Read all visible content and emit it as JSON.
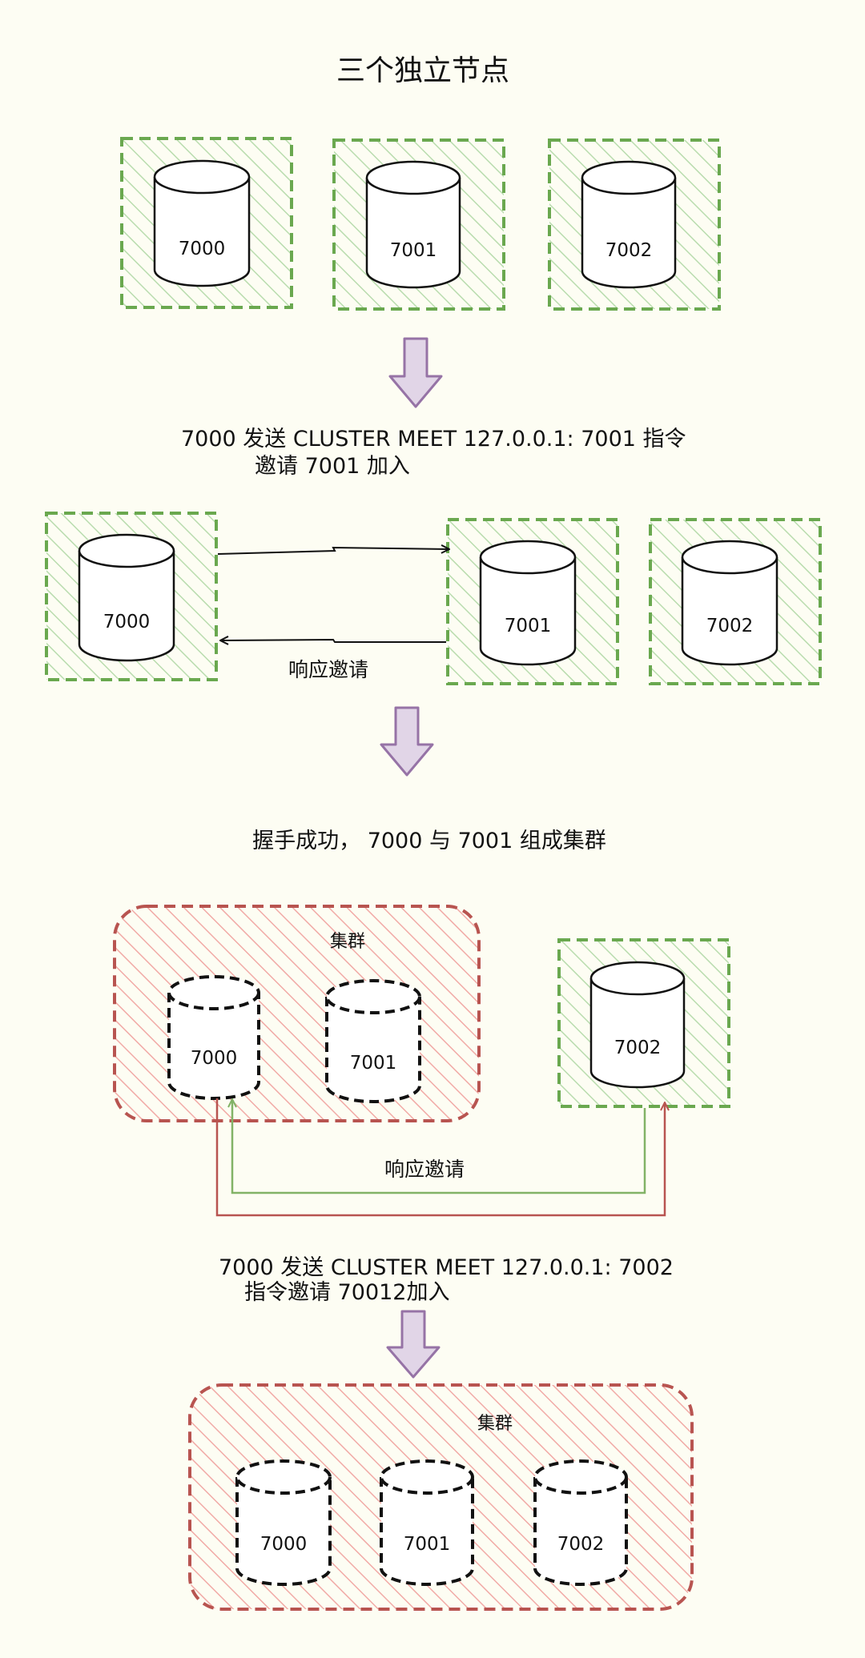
{
  "title": "三个独立节点",
  "step1": {
    "nodes": [
      "7000",
      "7001",
      "7002"
    ]
  },
  "step2": {
    "caption_line1": "7000 发送 CLUSTER MEET 127.0.0.1: 7001 指令",
    "caption_line2": "邀请 7001 加入",
    "nodes": [
      "7000",
      "7001",
      "7002"
    ],
    "reply_label": "响应邀请"
  },
  "step3": {
    "caption": "握手成功，  7000 与 7001 组成集群",
    "cluster_label": "集群",
    "cluster_nodes": [
      "7000",
      "7001"
    ],
    "outside_node": "7002",
    "reply_label": "响应邀请"
  },
  "step4": {
    "caption_line1": "7000 发送 CLUSTER MEET 127.0.0.1: 7002",
    "caption_line2": "指令邀请 70012加入",
    "cluster_label": "集群",
    "cluster_nodes": [
      "7000",
      "7001",
      "7002"
    ]
  },
  "colors": {
    "background": "#fdfdf3",
    "green_border": "#6aa84f",
    "green_hatch": "#b9dcae",
    "red_border": "#b85450",
    "red_hatch": "#f1aaa6",
    "purple_arrow": "#9673a6",
    "purple_fill": "#e1d5e7",
    "ink": "#111111",
    "green_line": "#82b366"
  }
}
